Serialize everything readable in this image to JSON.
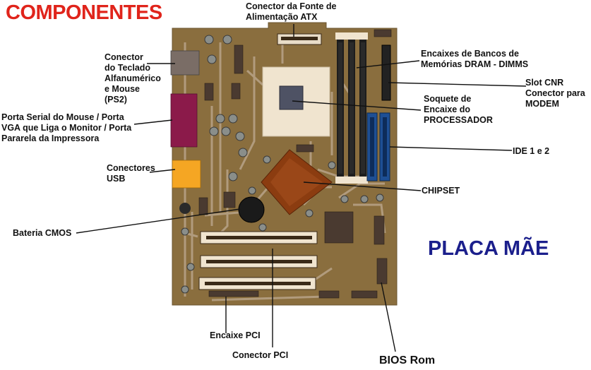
{
  "title": "COMPONENTES",
  "subtitle": "PLACA MÃE",
  "colors": {
    "board": "#8a6e3e",
    "trace": "#b8a488",
    "title_red": "#e0241b",
    "title_blue": "#1b1f8c",
    "chipset": "#8b3c10",
    "ide": "#1e4f94",
    "usb": "#f5a623",
    "serial_ports": "#8b1a4a"
  },
  "labels": {
    "atx": "Conector da Fonte de\nAlimentação ATX",
    "keyboard": "Conector\ndo Teclado\nAlfanumérico\ne Mouse\n(PS2)",
    "serial": "Porta Serial do Mouse / Porta\nVGA que Liga o Monitor / Porta\nPararela da Impressora",
    "usb": "Conectores\nUSB",
    "cmos": "Bateria CMOS",
    "dimm": "Encaixes de Bancos de\nMemórias DRAM - DIMMS",
    "cnr": "Slot CNR\nConector para\nMODEM",
    "cpu": "Soquete de\nEncaixe do\nPROCESSADOR",
    "ide": "IDE 1 e 2",
    "chipset": "CHIPSET",
    "pci_slot": "Encaixe PCI",
    "pci_conn": "Conector PCI",
    "bios": "BIOS Rom"
  }
}
